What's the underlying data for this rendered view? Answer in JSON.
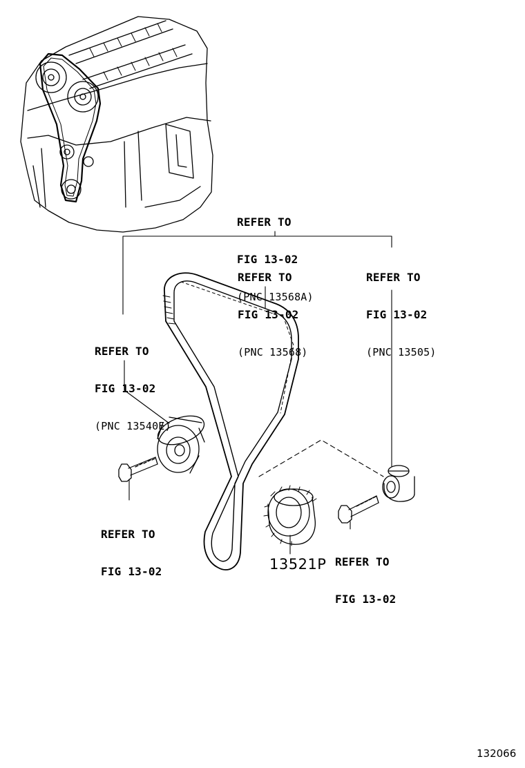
{
  "colors": {
    "ink": "#000000",
    "background": "#ffffff"
  },
  "labels": {
    "pnc_13568a": {
      "line1": "REFER TO",
      "line2": "FIG 13-02",
      "line3": "(PNC 13568A)"
    },
    "pnc_13568": {
      "line1": "REFER TO",
      "line2": "FIG 13-02",
      "line3": "(PNC 13568)"
    },
    "pnc_13505": {
      "line1": "REFER TO",
      "line2": "FIG 13-02",
      "line3": "(PNC 13505)"
    },
    "pnc_13540e": {
      "line1": "REFER TO",
      "line2": "FIG 13-02",
      "line3": "(PNC 13540E)"
    },
    "bolt_left": {
      "line1": "REFER TO",
      "line2": "FIG 13-02"
    },
    "bolt_right": {
      "line1": "REFER TO",
      "line2": "FIG 13-02"
    }
  },
  "part_number": "13521P",
  "figure_id": "132066",
  "icons": [
    "engine-block-icon",
    "timing-belt-icon",
    "tensioner-pulley-icon",
    "idler-pulley-icon",
    "crankshaft-sprocket-icon",
    "bolt-icon"
  ]
}
